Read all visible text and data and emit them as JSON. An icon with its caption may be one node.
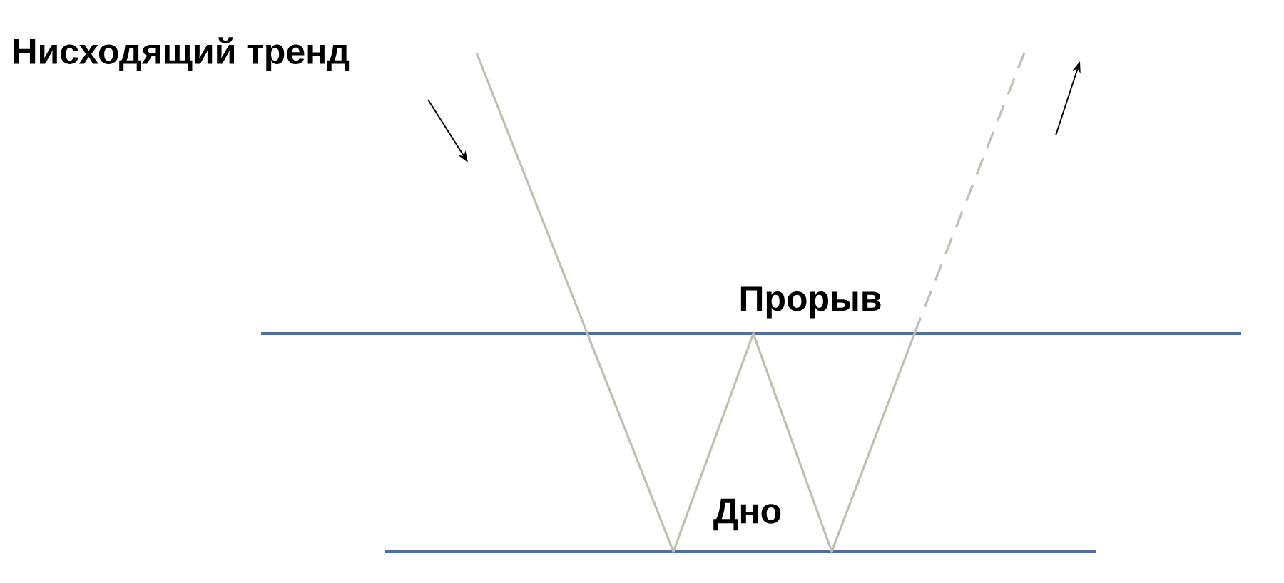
{
  "diagram": {
    "labels": [
      "Нисходящий тренд",
      "Прорыв",
      "Дно"
    ]
  }
}
